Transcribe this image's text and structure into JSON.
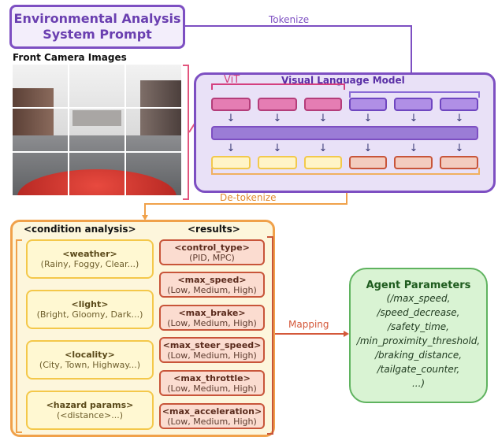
{
  "system_prompt": "Environmental Analysis\nSystem Prompt",
  "tokenize_label": "Tokenize",
  "camera_title": "Front Camera Images",
  "vlm_title": "Visual Language Model",
  "vit_label": "ViT",
  "detokenize_label": "De-tokenize",
  "condition_title": "<condition analysis>",
  "results_title": "<results>",
  "conditions": [
    {
      "tag": "<weather>",
      "values": "(Rainy, Foggy, Clear...)"
    },
    {
      "tag": "<light>",
      "values": "(Bright, Gloomy, Dark...)"
    },
    {
      "tag": "<locality>",
      "values": "(City, Town, Highway...)"
    },
    {
      "tag": "<hazard params>",
      "values": "(<distance>...)"
    }
  ],
  "results": [
    {
      "tag": "<control_type>",
      "values": "(PID, MPC)"
    },
    {
      "tag": "<max_speed>",
      "values": "(Low, Medium, High)"
    },
    {
      "tag": "<max_brake>",
      "values": "(Low, Medium, High)"
    },
    {
      "tag": "<max_steer_speed>",
      "values": "(Low, Medium, High)"
    },
    {
      "tag": "<max_throttle>",
      "values": "(Low, Medium, High)"
    },
    {
      "tag": "<max_acceleration>",
      "values": "(Low, Medium, High)"
    }
  ],
  "mapping_label": "Mapping",
  "agent_title": "Agent Parameters",
  "agent_params": [
    "(/max_speed,",
    "/speed_decrease,",
    "/safety_time,",
    "/min_proximity_threshold,",
    "/braking_distance,",
    "/tailgate_counter,",
    "...)"
  ],
  "colors": {
    "purple": "#7d4fc2",
    "pink": "#d43f7f",
    "orange": "#f0a14a",
    "red": "#c8553a",
    "green": "#5fb35f"
  }
}
